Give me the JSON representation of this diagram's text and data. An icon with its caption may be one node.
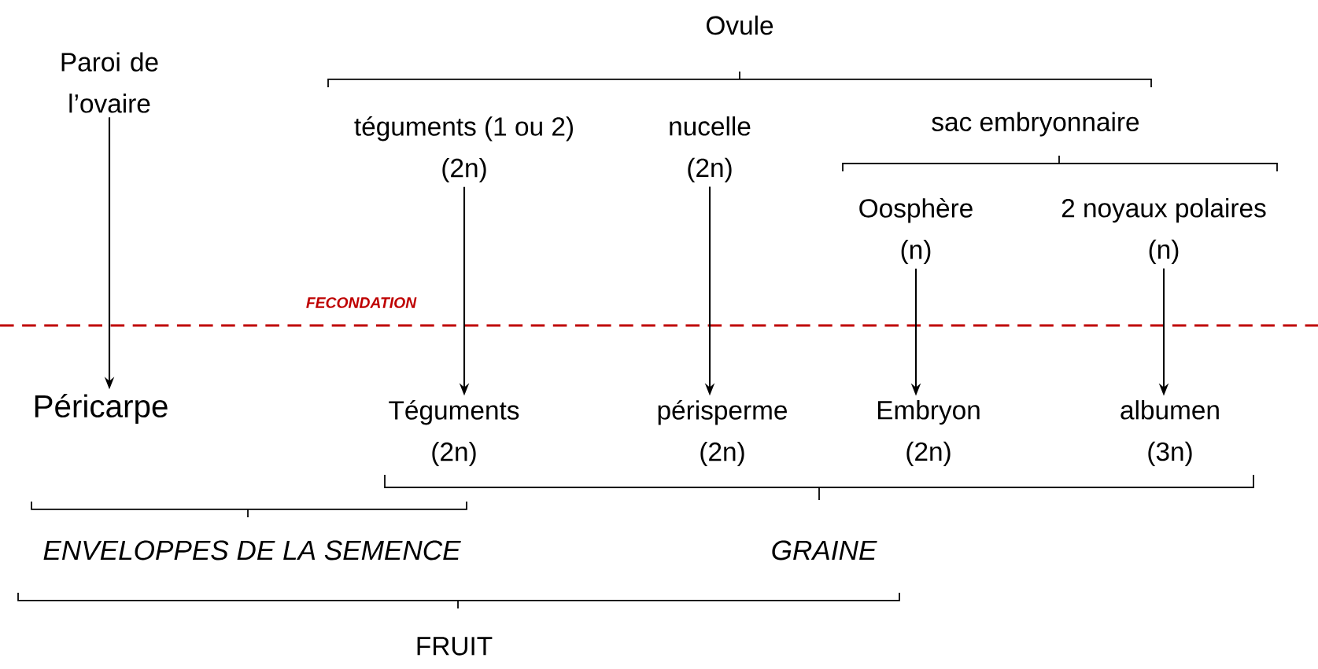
{
  "diagram": {
    "nodes": [
      {
        "text": [
          "Paroi de l’ovaire"
        ]
      },
      {
        "text": [
          "Ovule"
        ]
      },
      {
        "text": [
          "téguments (1 ou 2)",
          "(2n)"
        ]
      },
      {
        "text": [
          "nucelle",
          "(2n)"
        ]
      },
      {
        "text": [
          "sac embryonnaire"
        ]
      },
      {
        "text": [
          "Oosphère",
          "(n)"
        ]
      },
      {
        "text": [
          "2 noyaux polaires",
          "(n)"
        ]
      },
      {
        "text": [
          "Péricarpe"
        ]
      },
      {
        "text": [
          "Téguments",
          "(2n)"
        ]
      },
      {
        "text": [
          "périsperme",
          "(2n)"
        ]
      },
      {
        "text": [
          "Embryon",
          "(2n)"
        ]
      },
      {
        "text": [
          "albumen",
          "(3n)"
        ]
      },
      {
        "text": [
          "ENVELOPPES DE LA SEMENCE"
        ]
      },
      {
        "text": [
          "GRAINE"
        ]
      },
      {
        "text": [
          "FRUIT"
        ]
      }
    ],
    "edges": [
      {
        "from": 0,
        "to": 7,
        "arrow": "to"
      },
      {
        "from": 2,
        "to": 8,
        "arrow": "to"
      },
      {
        "from": 3,
        "to": 9,
        "arrow": "to"
      },
      {
        "from": 5,
        "to": 10,
        "arrow": "to"
      },
      {
        "from": 6,
        "to": 11,
        "arrow": "to"
      }
    ],
    "labels": [
      "FECONDATION"
    ]
  }
}
